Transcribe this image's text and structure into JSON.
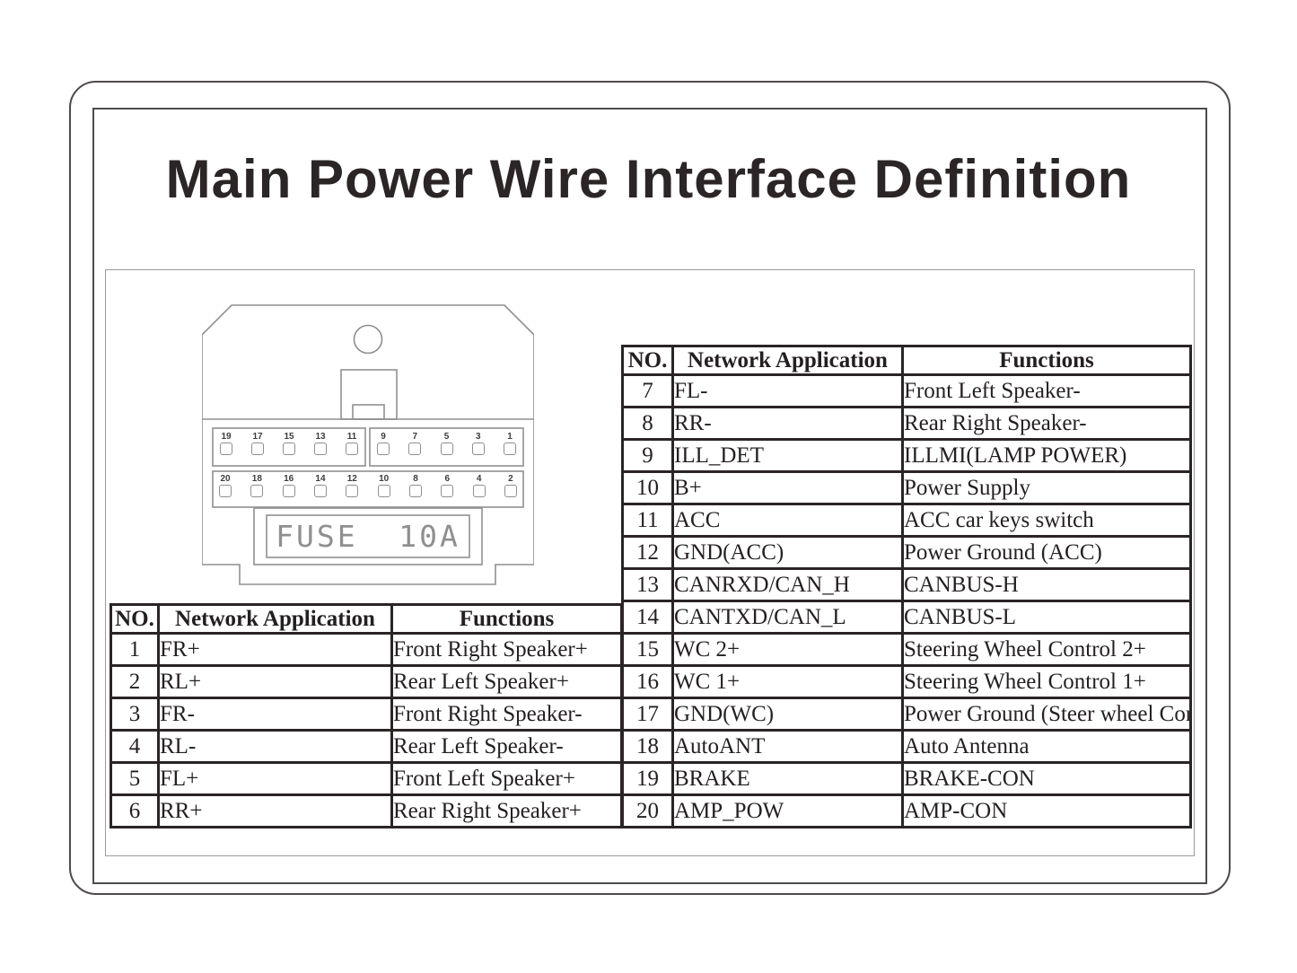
{
  "title": "Main Power Wire Interface Definition",
  "connector": {
    "fuse_label": "FUSE  10A",
    "pins_top_left": [
      "19",
      "17",
      "15",
      "13",
      "11"
    ],
    "pins_top_right": [
      "9",
      "7",
      "5",
      "3",
      "1"
    ],
    "pins_bottom": [
      "20",
      "18",
      "16",
      "14",
      "12",
      "10",
      "8",
      "6",
      "4",
      "2"
    ]
  },
  "left_table": {
    "headers": {
      "no": "NO.",
      "app": "Network Application",
      "func": "Functions"
    },
    "rows": [
      {
        "no": "1",
        "app": "FR+",
        "func": "Front Right Speaker+"
      },
      {
        "no": "2",
        "app": "RL+",
        "func": "Rear Left Speaker+"
      },
      {
        "no": "3",
        "app": "FR-",
        "func": "Front Right Speaker-"
      },
      {
        "no": "4",
        "app": "RL-",
        "func": "Rear Left Speaker-"
      },
      {
        "no": "5",
        "app": "FL+",
        "func": "Front Left Speaker+"
      },
      {
        "no": "6",
        "app": "RR+",
        "func": "Rear Right Speaker+"
      }
    ]
  },
  "right_table": {
    "headers": {
      "no": "NO.",
      "app": "Network Application",
      "func": "Functions"
    },
    "rows": [
      {
        "no": "7",
        "app": "FL-",
        "func": "Front Left Speaker-"
      },
      {
        "no": "8",
        "app": "RR-",
        "func": "Rear Right Speaker-"
      },
      {
        "no": "9",
        "app": "ILL_DET",
        "func": "ILLMI(LAMP POWER)"
      },
      {
        "no": "10",
        "app": "B+",
        "func": "Power Supply"
      },
      {
        "no": "11",
        "app": "ACC",
        "func": "ACC car keys switch"
      },
      {
        "no": "12",
        "app": "GND(ACC)",
        "func": "Power Ground (ACC)"
      },
      {
        "no": "13",
        "app": "CANRXD/CAN_H",
        "func": "CANBUS-H"
      },
      {
        "no": "14",
        "app": "CANTXD/CAN_L",
        "func": "CANBUS-L"
      },
      {
        "no": "15",
        "app": "WC 2+",
        "func": "Steering Wheel Control 2+"
      },
      {
        "no": "16",
        "app": "WC 1+",
        "func": "Steering Wheel Control 1+"
      },
      {
        "no": "17",
        "app": "GND(WC)",
        "func": "Power Ground (Steer wheel Control)"
      },
      {
        "no": "18",
        "app": "AutoANT",
        "func": "Auto Antenna"
      },
      {
        "no": "19",
        "app": "BRAKE",
        "func": "BRAKE-CON"
      },
      {
        "no": "20",
        "app": "AMP_POW",
        "func": "AMP-CON"
      }
    ]
  },
  "colors": {
    "table_line": "#2a2425",
    "connector_line": "#8f8f8f",
    "text": "#241f20",
    "frame_line": "#4f4a4b"
  }
}
